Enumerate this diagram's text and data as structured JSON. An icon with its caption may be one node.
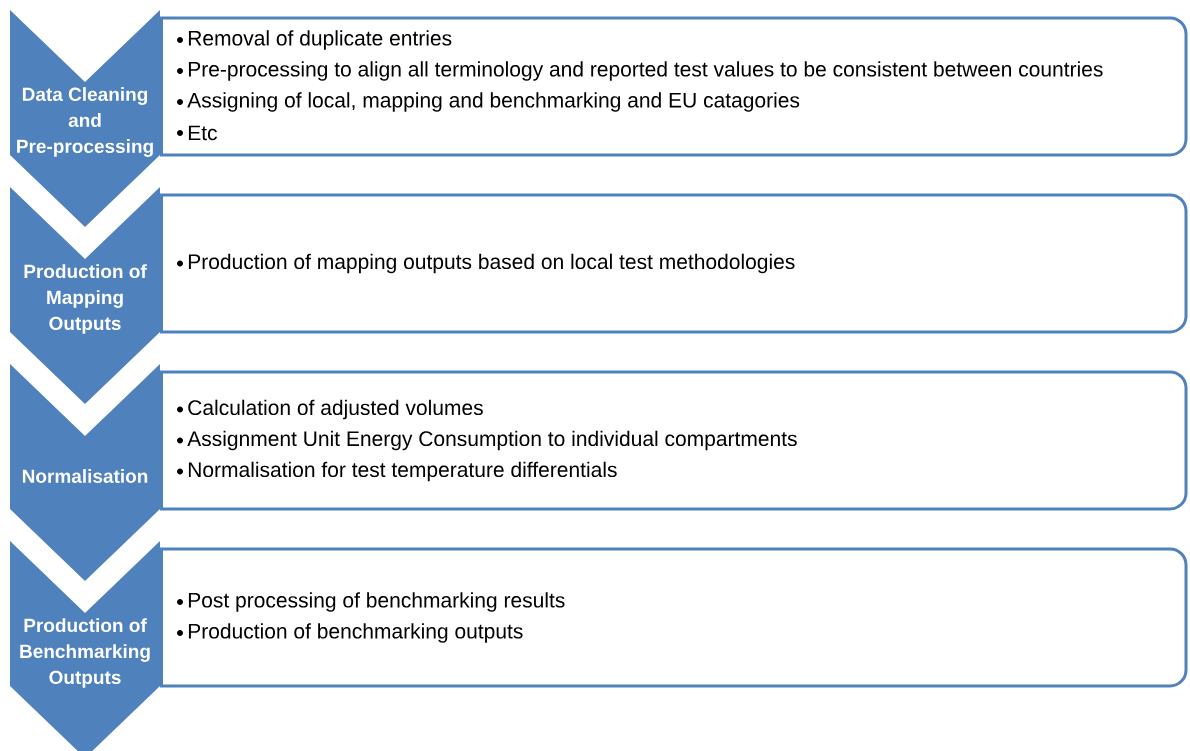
{
  "diagram": {
    "nodes": [
      {
        "text": [
          "Data Cleaning and Pre-processing"
        ]
      },
      {
        "text": [
          "Removal of duplicate entries",
          "Pre-processing to align all terminology and reported test values to be consistent between countries",
          "Assigning of local, mapping and benchmarking and EU catagories",
          "Etc"
        ]
      },
      {
        "text": [
          "Production of Mapping Outputs"
        ]
      },
      {
        "text": [
          "Production of mapping outputs based on local test methodologies"
        ]
      },
      {
        "text": [
          "Normalisation"
        ]
      },
      {
        "text": [
          "Calculation of adjusted volumes",
          "Assignment Unit Energy Consumption to individual compartments",
          "Normalisation for test temperature differentials"
        ]
      },
      {
        "text": [
          "Production of Benchmarking Outputs"
        ]
      },
      {
        "text": [
          "Post processing of benchmarking results",
          "Production of benchmarking outputs"
        ]
      }
    ]
  }
}
